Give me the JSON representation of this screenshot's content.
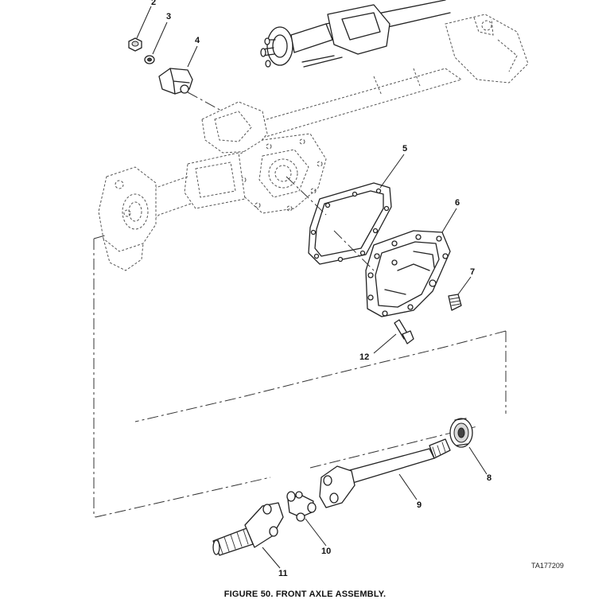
{
  "figure": {
    "caption": "FIGURE 50. FRONT AXLE ASSEMBLY.",
    "ta_code": "TA177209"
  },
  "callouts": {
    "c2": "2",
    "c3": "3",
    "c4": "4",
    "c5": "5",
    "c6": "6",
    "c7": "7",
    "c8": "8",
    "c9": "9",
    "c10": "10",
    "c11": "11",
    "c12": "12"
  }
}
